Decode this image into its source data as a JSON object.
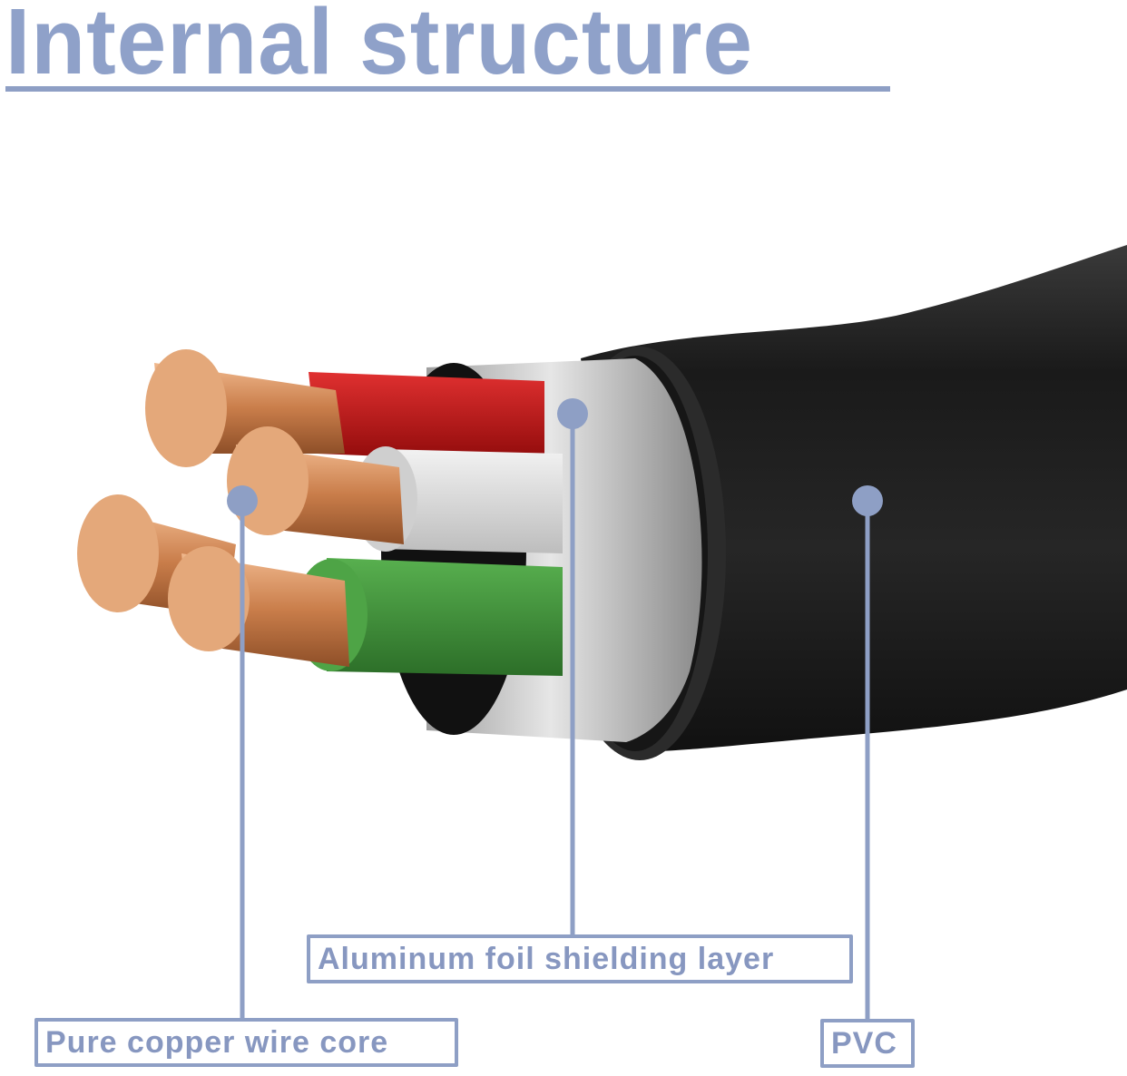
{
  "title": "Internal structure",
  "labels": {
    "aluminum_foil": "Aluminum foil shielding layer",
    "copper_core": "Pure copper wire core",
    "pvc": "PVC"
  },
  "colors": {
    "accent": "#8e9fc5",
    "pvc_jacket": "#1e1e1e",
    "foil": "#bdbdbd",
    "red_insulation": "#c21a1a",
    "white_insulation": "#dedede",
    "green_insulation": "#3f9a3a",
    "copper": "#d99a6c"
  },
  "components": [
    "Pure copper wire core",
    "Aluminum foil shielding layer",
    "PVC"
  ],
  "insulated_wires": [
    "red",
    "white",
    "green"
  ]
}
